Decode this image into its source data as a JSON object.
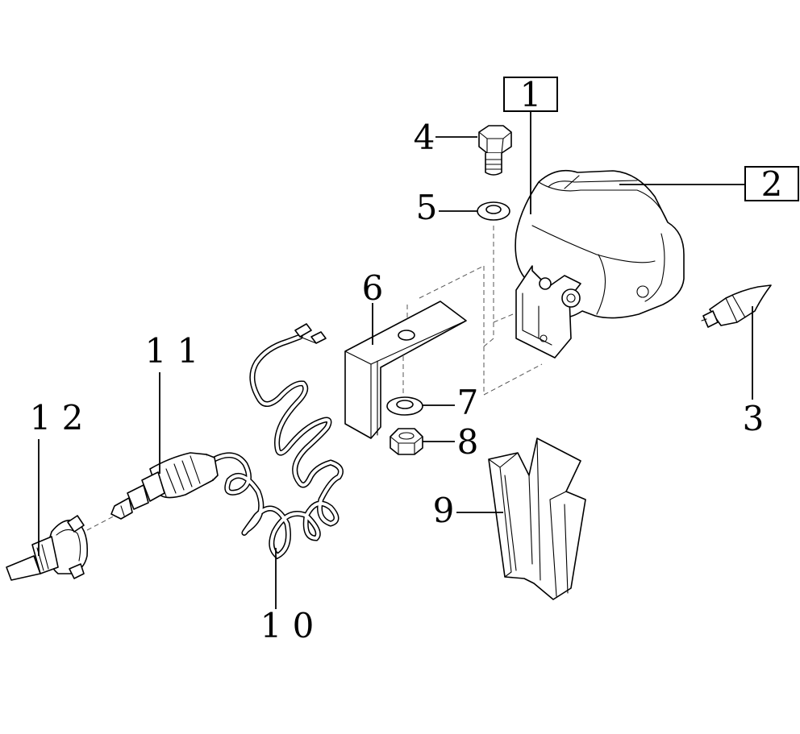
{
  "callouts": [
    {
      "id": "1",
      "text": "1",
      "boxed": true
    },
    {
      "id": "2",
      "text": "2",
      "boxed": true
    },
    {
      "id": "3",
      "text": "3",
      "boxed": false
    },
    {
      "id": "4",
      "text": "4",
      "boxed": false
    },
    {
      "id": "5",
      "text": "5",
      "boxed": false
    },
    {
      "id": "6",
      "text": "6",
      "boxed": false
    },
    {
      "id": "7",
      "text": "7",
      "boxed": false
    },
    {
      "id": "8",
      "text": "8",
      "boxed": false
    },
    {
      "id": "9",
      "text": "9",
      "boxed": false
    },
    {
      "id": "10",
      "text": "1 0",
      "boxed": false
    },
    {
      "id": "11",
      "text": "1 1",
      "boxed": false
    },
    {
      "id": "12",
      "text": "1 2",
      "boxed": false
    }
  ],
  "parts": [
    {
      "callout": "1",
      "name": "lamp-assembly"
    },
    {
      "callout": "2",
      "name": "lamp-housing"
    },
    {
      "callout": "3",
      "name": "bulb"
    },
    {
      "callout": "4",
      "name": "bolt"
    },
    {
      "callout": "5",
      "name": "washer"
    },
    {
      "callout": "6",
      "name": "mounting-bracket"
    },
    {
      "callout": "7",
      "name": "washer"
    },
    {
      "callout": "8",
      "name": "nut"
    },
    {
      "callout": "9",
      "name": "holder"
    },
    {
      "callout": "10",
      "name": "coiled-cable"
    },
    {
      "callout": "11",
      "name": "plug"
    },
    {
      "callout": "12",
      "name": "socket"
    }
  ],
  "colors": {
    "ink": "#000000",
    "paper": "#ffffff"
  }
}
